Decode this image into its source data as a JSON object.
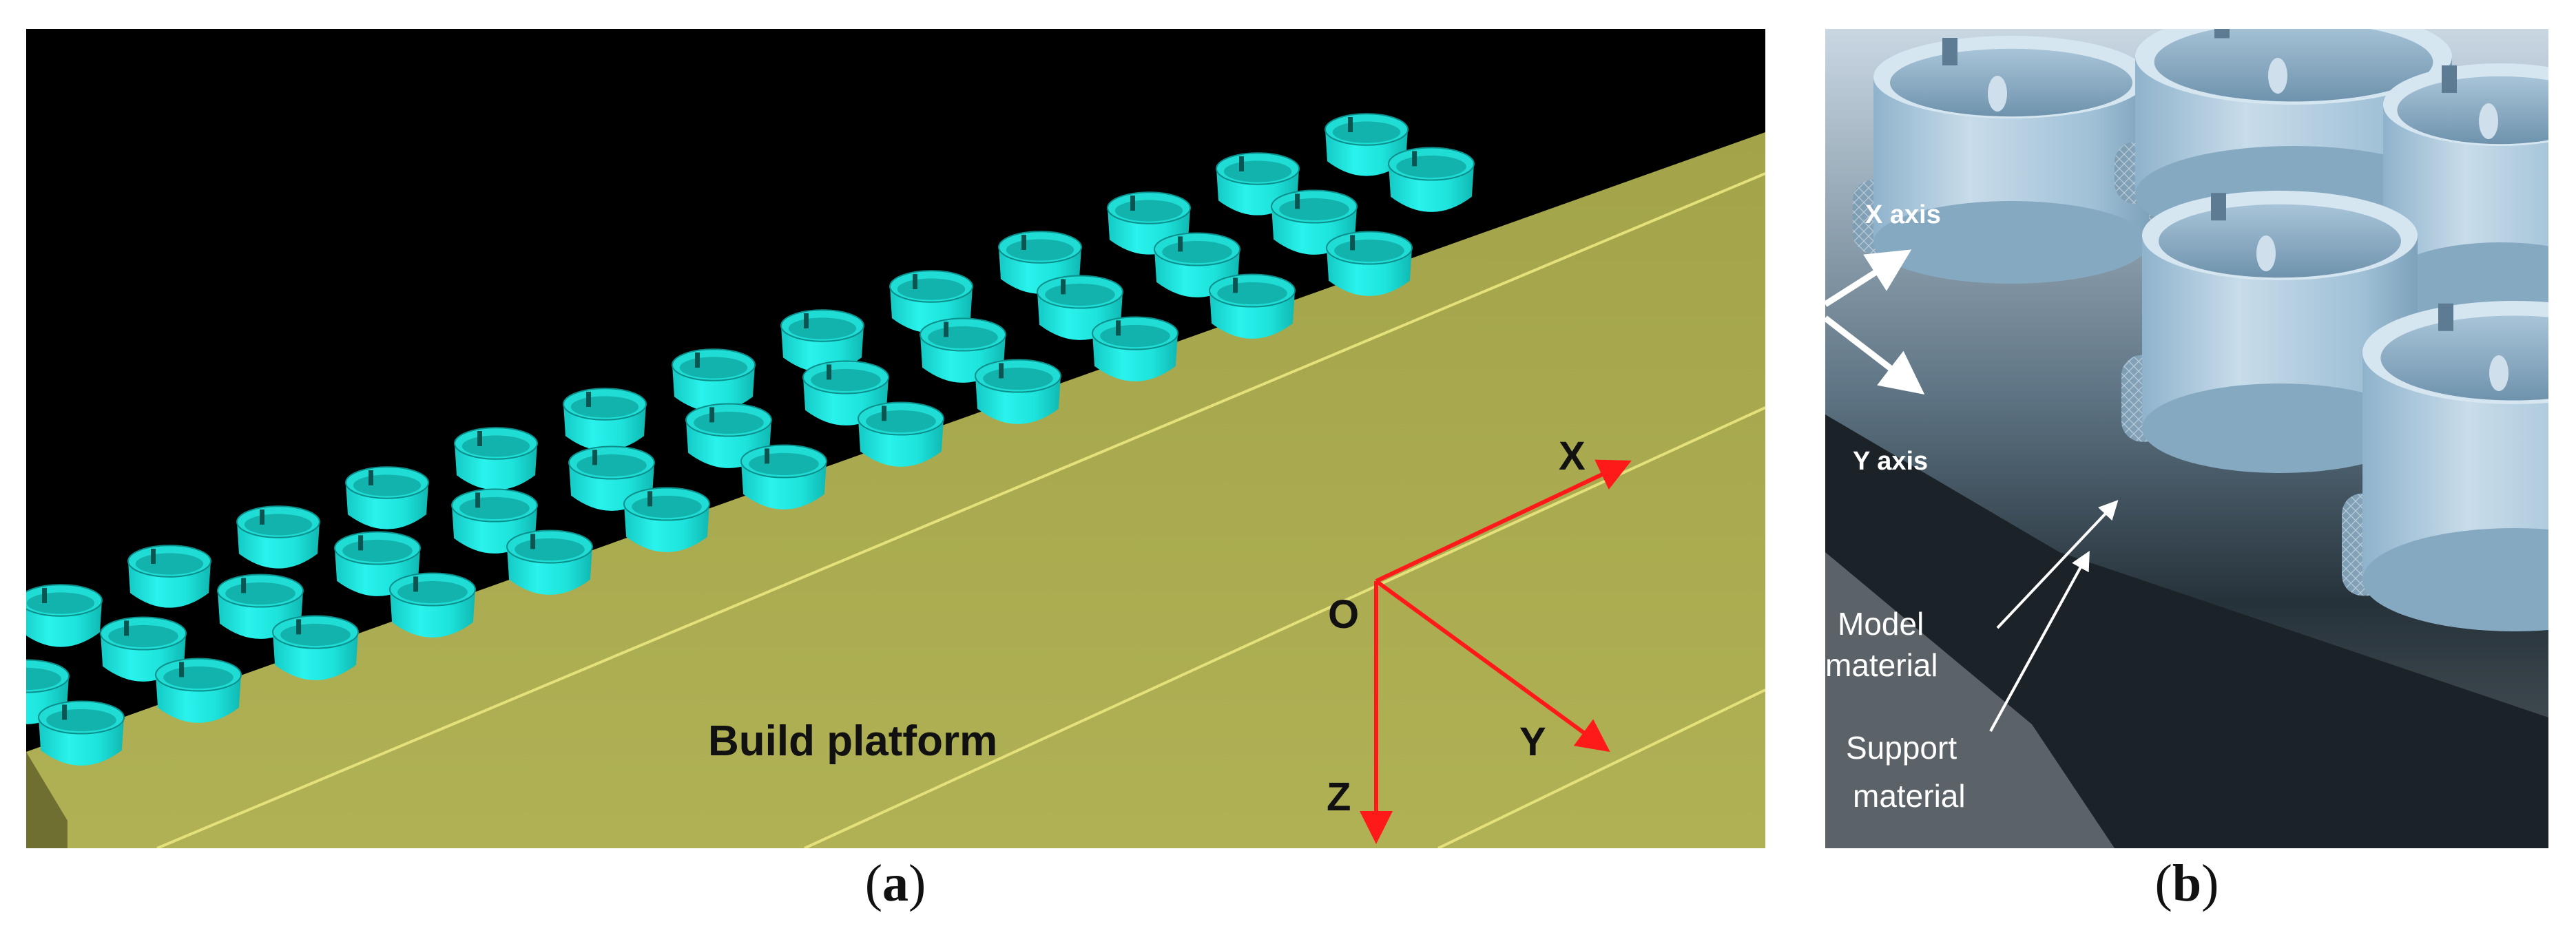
{
  "panel_a": {
    "platform_label": "Build platform",
    "axes": {
      "origin": "O",
      "x": "X",
      "y": "Y",
      "z": "Z"
    },
    "colors": {
      "background": "#000000",
      "platform": "#a7a84c",
      "parts": "#1de3dc",
      "axes": "#ff0000"
    }
  },
  "panel_b": {
    "x_axis_label": "X axis",
    "y_axis_label": "Y axis",
    "model_label_1": "Model",
    "model_label_2": "material",
    "support_label_1": "Support",
    "support_label_2": "material"
  },
  "captions": {
    "a": {
      "open": "(",
      "letter": "a",
      "close": ")"
    },
    "b": {
      "open": "(",
      "letter": "b",
      "close": ")"
    }
  }
}
